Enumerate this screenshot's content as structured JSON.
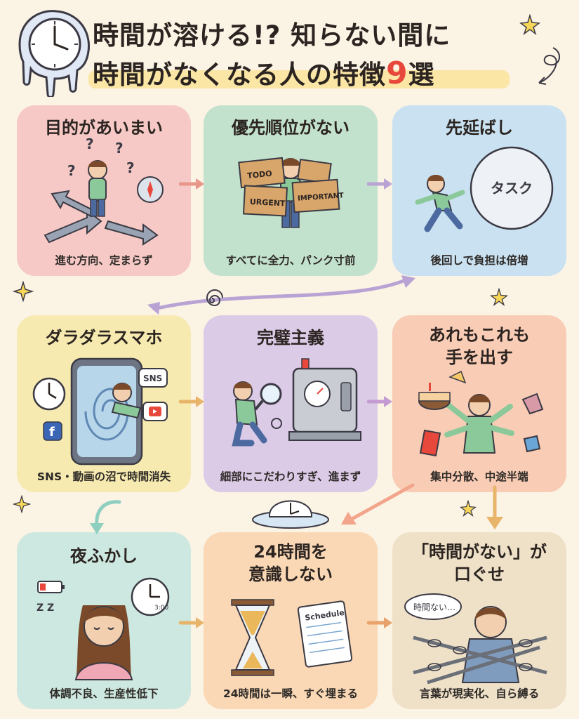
{
  "title": {
    "line1": "時間が溶ける!? 知らない間に",
    "line2_prefix": "時間がなくなる人の特徴",
    "line2_number": "9",
    "line2_suffix": "選"
  },
  "cards": [
    {
      "heading": "目的があいまい",
      "caption": "進む方向、定まらず"
    },
    {
      "heading": "優先順位がない",
      "caption": "すべてに全力、パンク寸前",
      "box_labels": [
        "TODO",
        "URGENT",
        "IMPORTANT"
      ]
    },
    {
      "heading": "先延ばし",
      "caption": "後回しで負担は倍増",
      "ball_label": "タスク"
    },
    {
      "heading": "ダラダラスマホ",
      "caption": "SNS・動画の沼で時間消失",
      "bubble_label": "SNS"
    },
    {
      "heading": "完璧主義",
      "caption": "細部にこだわりすぎ、進まず"
    },
    {
      "heading_line1": "あれもこれも",
      "heading_line2": "手を出す",
      "caption": "集中分散、中途半端"
    },
    {
      "heading": "夜ふかし",
      "caption": "体調不良、生産性低下",
      "clock_label": "3:00",
      "sleep_label": "Z Z"
    },
    {
      "heading_line1": "24時間を",
      "heading_line2": "意識しない",
      "caption": "24時間は一瞬、すぐ埋まる",
      "schedule_label": "Schedule"
    },
    {
      "heading_line1": "「時間がない」が",
      "heading_line2": "口ぐせ",
      "caption": "言葉が現実化、自ら縛る",
      "speech": "時間ない…"
    }
  ],
  "colors": {
    "background": "#fbf3e4",
    "card1": "#f6c9c6",
    "card2": "#c3e2cd",
    "card3": "#c9e1f1",
    "card4": "#f7eab0",
    "card5": "#dccbe7",
    "card6": "#f9ccb5",
    "card7": "#cde8e0",
    "card8": "#fad8b5",
    "card9": "#efe1c8",
    "accent": "#e8483b"
  }
}
